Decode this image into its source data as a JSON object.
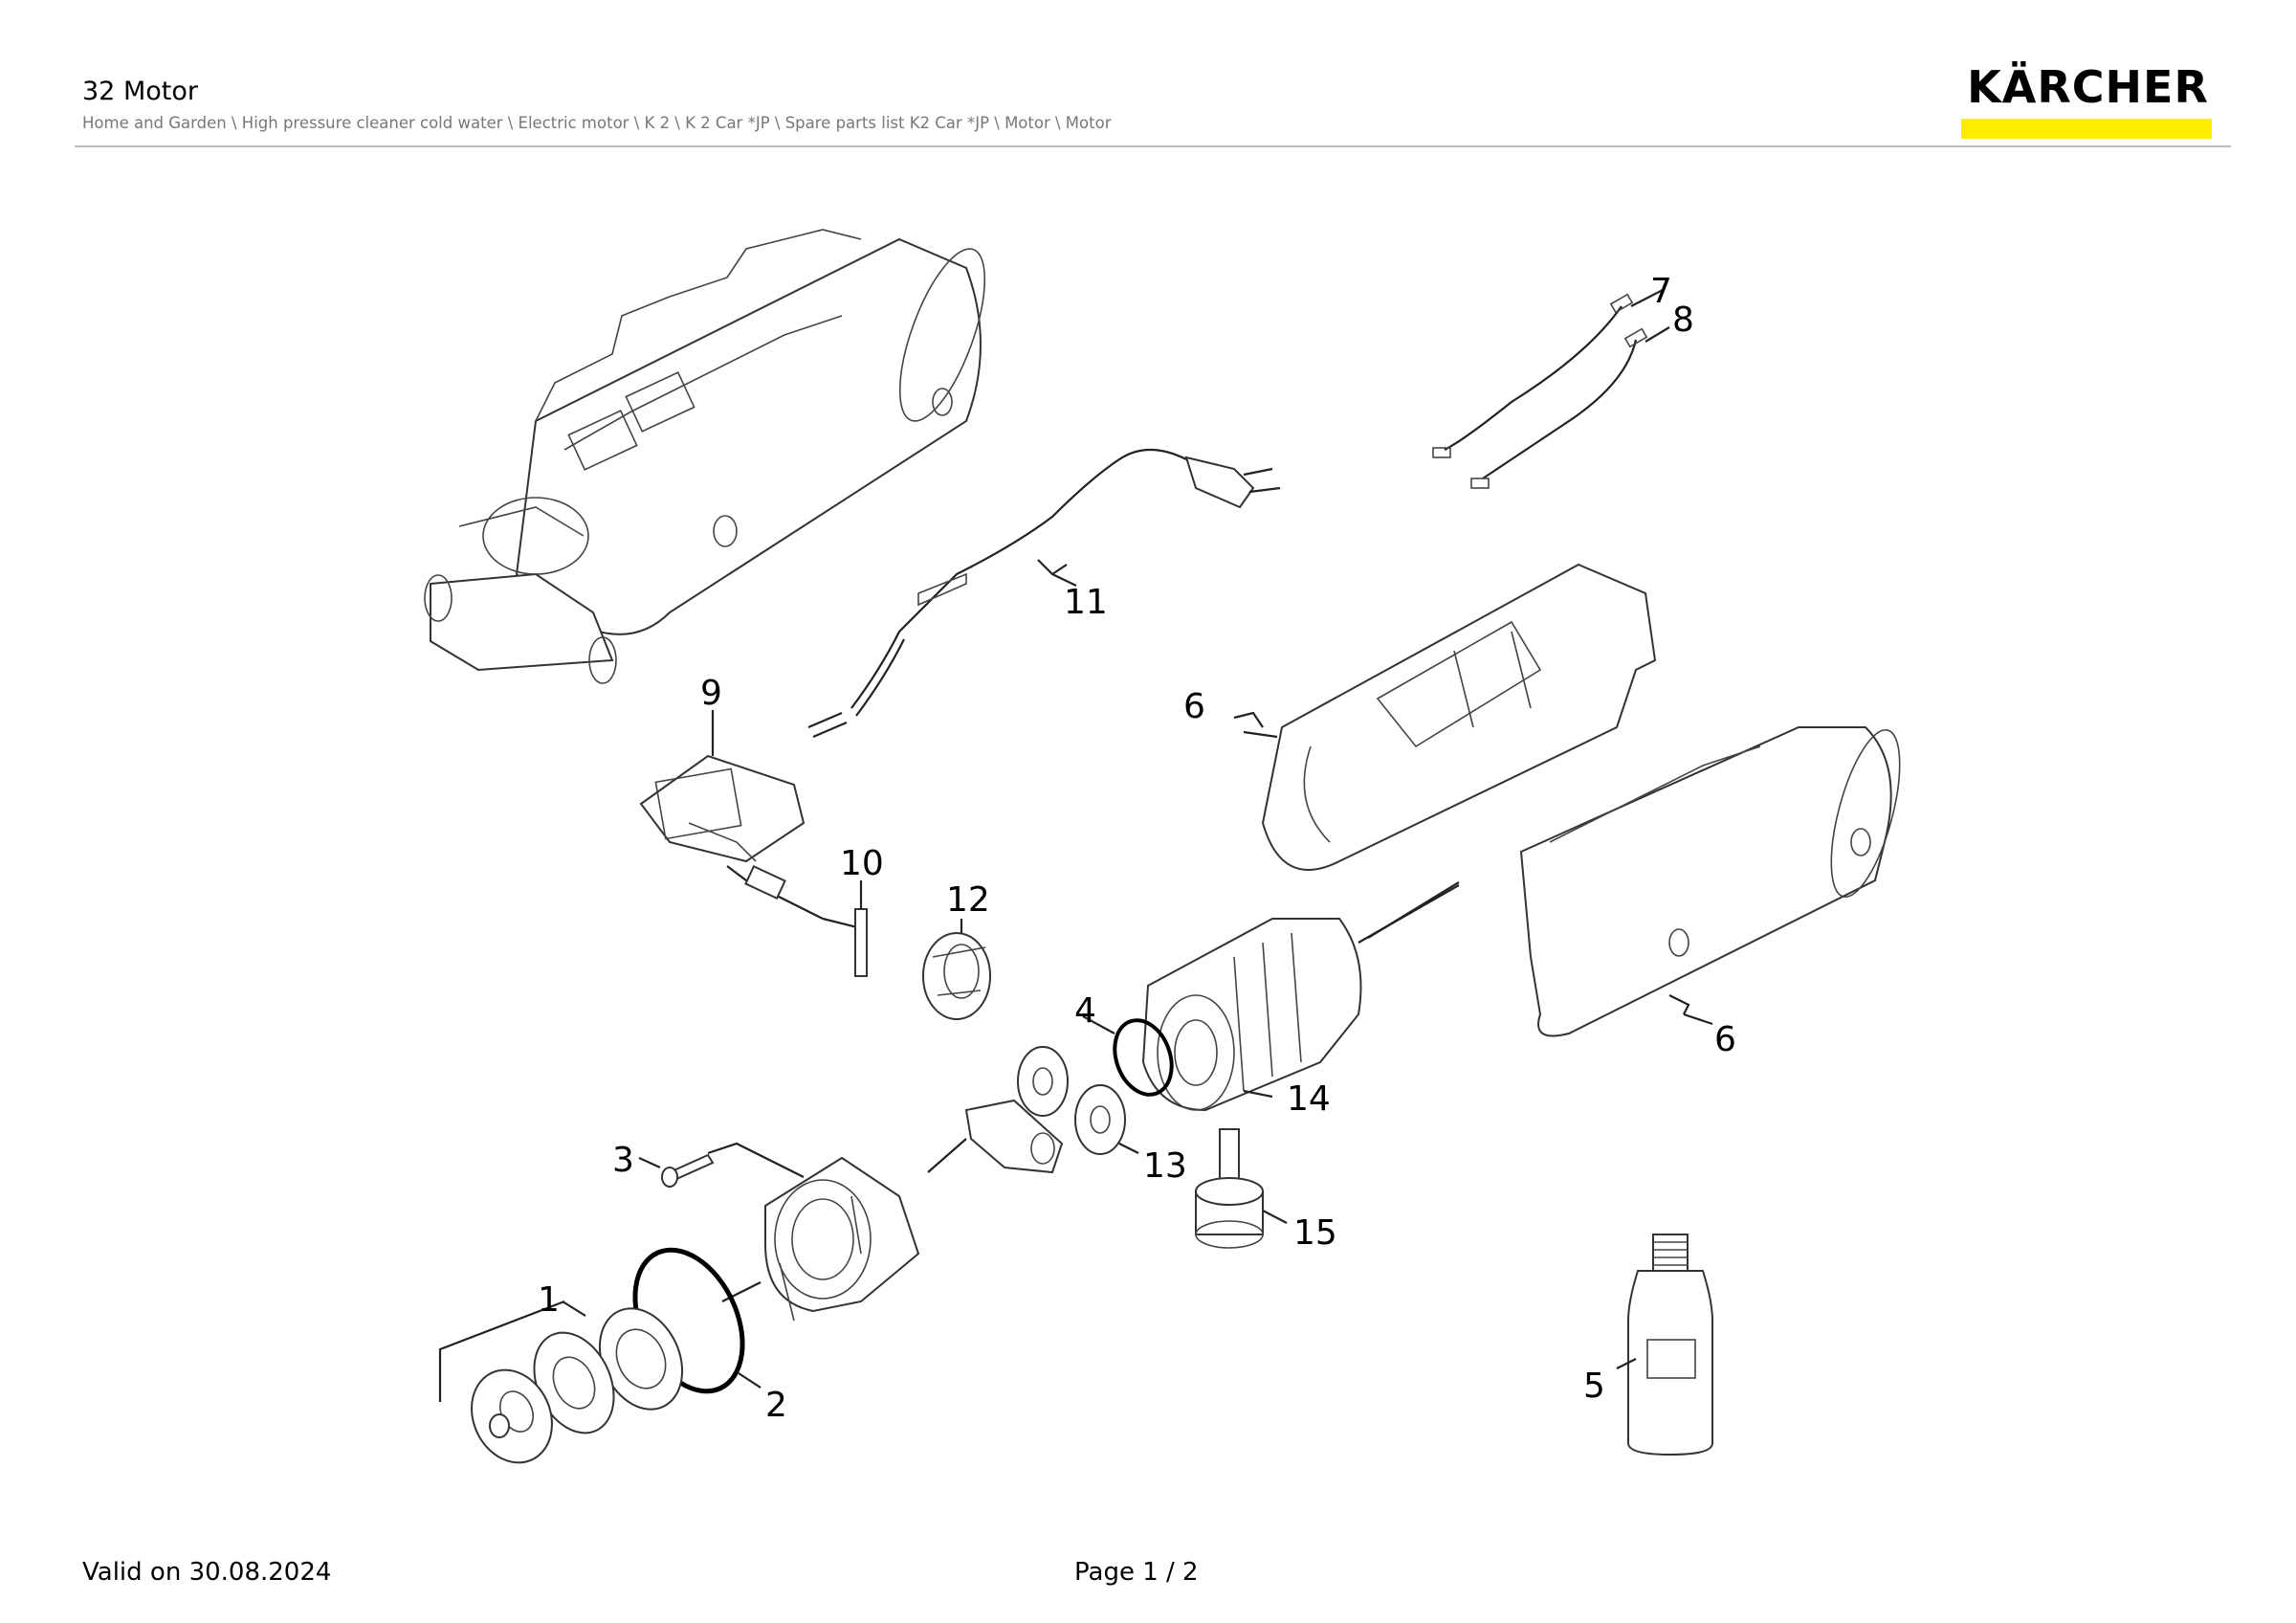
{
  "header": {
    "title": "32 Motor",
    "breadcrumb": "Home and Garden \\ High pressure cleaner cold water \\ Electric motor \\ K 2 \\ K 2 Car *JP \\ Spare parts list K2 Car *JP \\ Motor \\ Motor",
    "logo_text": "KÄRCHER",
    "brand_yellow": "#ffed00"
  },
  "diagram": {
    "labels": {
      "p1": "1",
      "p2": "2",
      "p3": "3",
      "p4": "4",
      "p5": "5",
      "p6a": "6",
      "p6b": "6",
      "p7": "7",
      "p8": "8",
      "p9": "9",
      "p10": "10",
      "p11": "11",
      "p12": "12",
      "p13": "13",
      "p14": "14",
      "p15": "15"
    }
  },
  "footer": {
    "valid": "Valid on 30.08.2024",
    "page": "Page 1 / 2"
  }
}
